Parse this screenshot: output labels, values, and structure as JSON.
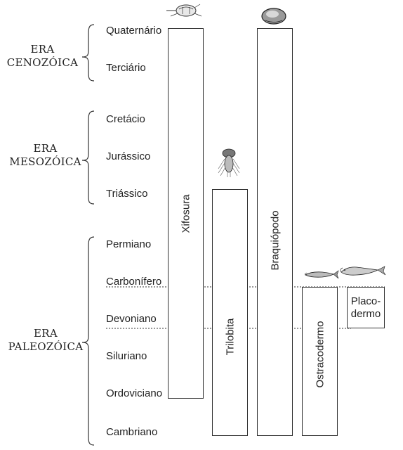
{
  "eras": [
    {
      "label_lines": [
        "ERA",
        "CENOZÓICA"
      ]
    },
    {
      "label_lines": [
        "ERA",
        "MESOZÓICA"
      ]
    },
    {
      "label_lines": [
        "ERA",
        "PALEOZÓICA"
      ]
    }
  ],
  "periods": [
    "Quaternário",
    "Terciário",
    "Cretácio",
    "Jurássico",
    "Triássico",
    "Permiano",
    "Carbonífero",
    "Devoniano",
    "Siluriano",
    "Ordoviciano",
    "Cambriano"
  ],
  "taxa": [
    {
      "name": "Xifosura",
      "from_period": "Ordoviciano",
      "to_period": "Quaternário",
      "icon": "horseshoe-crab-icon"
    },
    {
      "name": "Trilobita",
      "from_period": "Cambriano",
      "to_period": "Triássico",
      "icon": "trilobite-icon"
    },
    {
      "name": "Braquiópodo",
      "from_period": "Cambriano",
      "to_period": "Quaternário",
      "icon": "brachiopod-icon"
    },
    {
      "name": "Ostracodermo",
      "from_period": "Cambriano",
      "to_period": "Carbonífero",
      "icon": "ostracoderm-fish-icon"
    },
    {
      "name": "Placo-\ndermo",
      "from_period": "Devoniano",
      "to_period": "Carbonífero",
      "icon": "placoderm-fish-icon"
    }
  ],
  "colors": {
    "line": "#333333",
    "text": "#222222",
    "background": "#ffffff"
  }
}
